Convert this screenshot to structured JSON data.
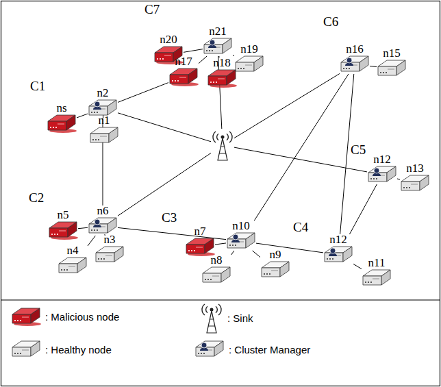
{
  "diagram": {
    "nodes": [
      {
        "text": [
          "C7"
        ]
      },
      {
        "text": [
          "n20"
        ],
        "in": 0
      },
      {
        "text": [
          "n21"
        ],
        "in": 0
      },
      {
        "text": [
          "n19"
        ],
        "in": 0
      },
      {
        "text": [
          "n17"
        ],
        "in": 0
      },
      {
        "text": [
          "n18"
        ],
        "in": 0
      },
      {
        "text": [
          "C1"
        ]
      },
      {
        "text": [
          "ns"
        ],
        "in": 6
      },
      {
        "text": [
          "n2"
        ],
        "in": 6
      },
      {
        "text": [
          "n1"
        ],
        "in": 6
      },
      {
        "text": [
          "C6"
        ]
      },
      {
        "text": [
          "n16"
        ],
        "in": 10
      },
      {
        "text": [
          "n15"
        ],
        "in": 10
      },
      {
        "text": []
      },
      {
        "text": [
          "C5"
        ]
      },
      {
        "text": [
          "n12"
        ],
        "in": 14
      },
      {
        "text": [
          "n13"
        ],
        "in": 14
      },
      {
        "text": [
          "C2"
        ]
      },
      {
        "text": [
          "n5"
        ],
        "in": 17
      },
      {
        "text": [
          "n6"
        ],
        "in": 17
      },
      {
        "text": [
          "n3"
        ],
        "in": 17
      },
      {
        "text": [
          "n4"
        ],
        "in": 17
      },
      {
        "text": [
          "C3"
        ]
      },
      {
        "text": [
          "n7"
        ],
        "in": 22
      },
      {
        "text": [
          "n10"
        ],
        "in": 22
      },
      {
        "text": [
          "n8"
        ],
        "in": 22
      },
      {
        "text": [
          "n9"
        ],
        "in": 22
      },
      {
        "text": [
          "C4"
        ]
      },
      {
        "text": [
          "n12"
        ],
        "in": 27
      },
      {
        "text": [
          "n11"
        ],
        "in": 27
      }
    ],
    "edges": [
      {
        "from": 1,
        "to": 2,
        "arrow": "none"
      },
      {
        "from": 4,
        "to": 2,
        "arrow": "none"
      },
      {
        "from": 5,
        "to": 2,
        "arrow": "none"
      },
      {
        "from": 3,
        "to": 2,
        "arrow": "none"
      },
      {
        "from": 7,
        "to": 8,
        "arrow": "none"
      },
      {
        "from": 9,
        "to": 8,
        "arrow": "none"
      },
      {
        "from": 12,
        "to": 11,
        "arrow": "none"
      },
      {
        "from": 16,
        "to": 15,
        "arrow": "none"
      },
      {
        "from": 18,
        "to": 19,
        "arrow": "none"
      },
      {
        "from": 20,
        "to": 19,
        "arrow": "none"
      },
      {
        "from": 21,
        "to": 19,
        "arrow": "none"
      },
      {
        "from": 23,
        "to": 24,
        "arrow": "none"
      },
      {
        "from": 25,
        "to": 24,
        "arrow": "none"
      },
      {
        "from": 26,
        "to": 24,
        "arrow": "none"
      },
      {
        "from": 29,
        "to": 28,
        "arrow": "none"
      },
      {
        "from": 8,
        "to": 4,
        "arrow": "none"
      },
      {
        "from": 8,
        "to": 13,
        "arrow": "none"
      },
      {
        "from": 8,
        "to": 19,
        "arrow": "none"
      },
      {
        "from": 19,
        "to": 13,
        "arrow": "none"
      },
      {
        "from": 19,
        "to": 24,
        "arrow": "none"
      },
      {
        "from": 24,
        "to": 11,
        "arrow": "none"
      },
      {
        "from": 24,
        "to": 28,
        "arrow": "none"
      },
      {
        "from": 11,
        "to": 13,
        "arrow": "none"
      },
      {
        "from": 11,
        "to": 28,
        "arrow": "none"
      },
      {
        "from": 2,
        "to": 13,
        "arrow": "none"
      },
      {
        "from": 15,
        "to": 13,
        "arrow": "none"
      },
      {
        "from": 15,
        "to": 28,
        "arrow": "none"
      }
    ],
    "legend": [
      {
        "text": ": Malicious node"
      },
      {
        "text": ": Healthy node"
      },
      {
        "text": ": Sink"
      },
      {
        "text": ": Cluster Manager"
      }
    ]
  }
}
